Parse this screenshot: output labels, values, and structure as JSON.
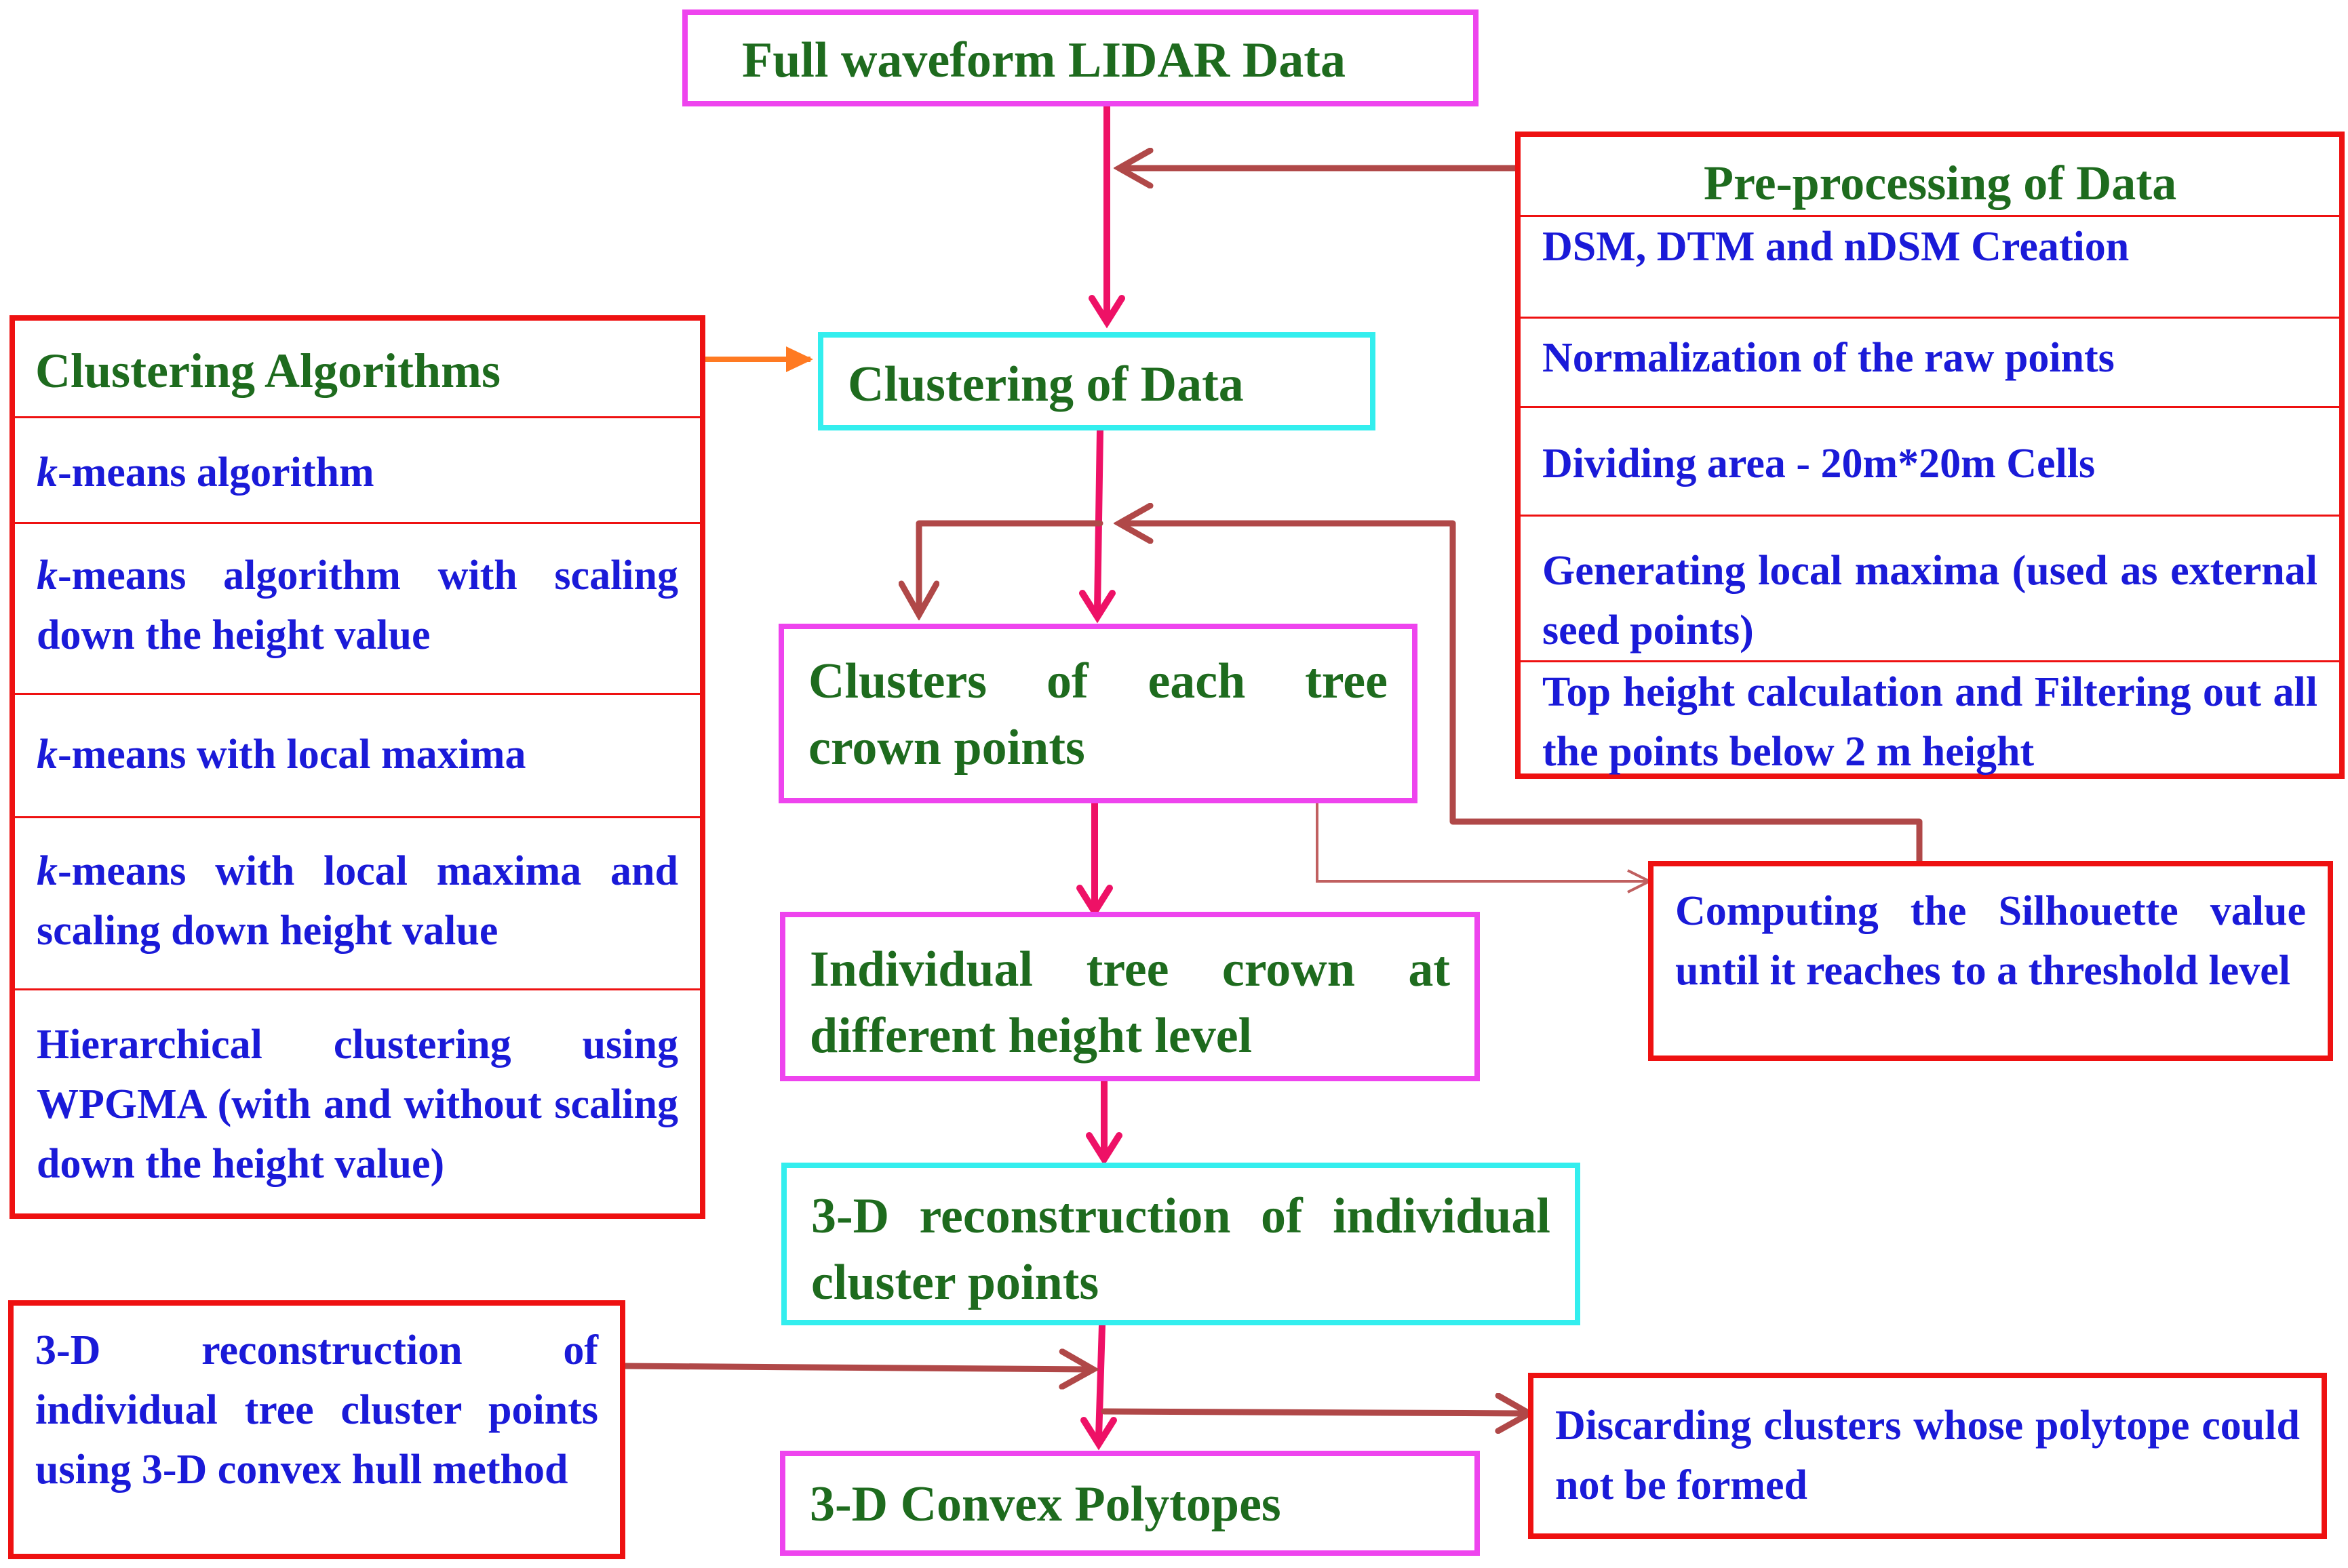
{
  "nodes": {
    "lidar": "Full waveform  LIDAR Data",
    "clustering": "Clustering of Data",
    "clusters": "Clusters of each tree crown points",
    "individual": "Individual tree crown at different height level",
    "reconstruction": "3-D reconstruction of individual cluster points",
    "polytopes": "3-D Convex Polytopes"
  },
  "preprocessing": {
    "title": "Pre-processing  of Data",
    "items": [
      "DSM, DTM and nDSM Creation",
      "Normalization of the raw points",
      "Dividing area - 20m*20m Cells",
      "Generating local maxima (used as external seed points)",
      "Top height calculation and Filtering out all the points below 2 m height"
    ]
  },
  "algorithms": {
    "title": "Clustering Algorithms",
    "items": [
      {
        "k": "k",
        "rest": "-means algorithm"
      },
      {
        "k": "k",
        "rest": "-means algorithm with scaling down the height value"
      },
      {
        "k": "k",
        "rest": "-means with local maxima"
      },
      {
        "k": "k",
        "rest": "-means with local maxima and scaling down height value"
      },
      {
        "k": "",
        "rest": "Hierarchical clustering using WPGMA (with and without scaling down the height value)"
      }
    ]
  },
  "notes": {
    "silhouette": "Computing the Silhouette value until it reaches to a threshold level",
    "hull": "3-D reconstruction of individual tree cluster points using 3-D convex hull method",
    "discard": "Discarding clusters whose polytope could not be formed"
  },
  "colors": {
    "pink_border": "#ee44ee",
    "cyan_border": "#33eeee",
    "red_border": "#ee1111",
    "green_text": "#1e6b1e",
    "blue_text": "#1a1ad8",
    "main_arrow": "#ee1166",
    "side_arrow": "#b04848",
    "orange_arrow": "#ff7a22"
  }
}
